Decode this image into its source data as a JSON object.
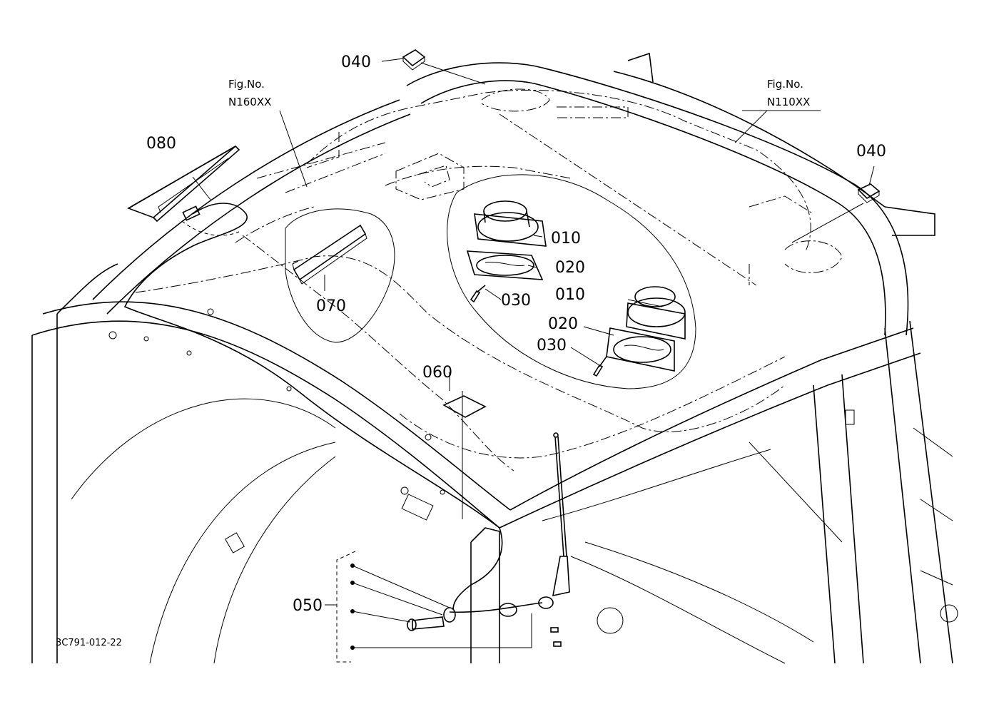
{
  "labels": {
    "p010a": "010",
    "p010b": "010",
    "p020a": "020",
    "p020b": "020",
    "p030a": "030",
    "p030b": "030",
    "p040a": "040",
    "p040b": "040",
    "p050": "050",
    "p060": "060",
    "p070": "070",
    "p080": "080"
  },
  "fig_refs": {
    "left": {
      "line1": "Fig.No.",
      "line2": "N160XX"
    },
    "right": {
      "line1": "Fig.No.",
      "line2": "N110XX"
    }
  },
  "drawing_code": "3C791-012-22"
}
